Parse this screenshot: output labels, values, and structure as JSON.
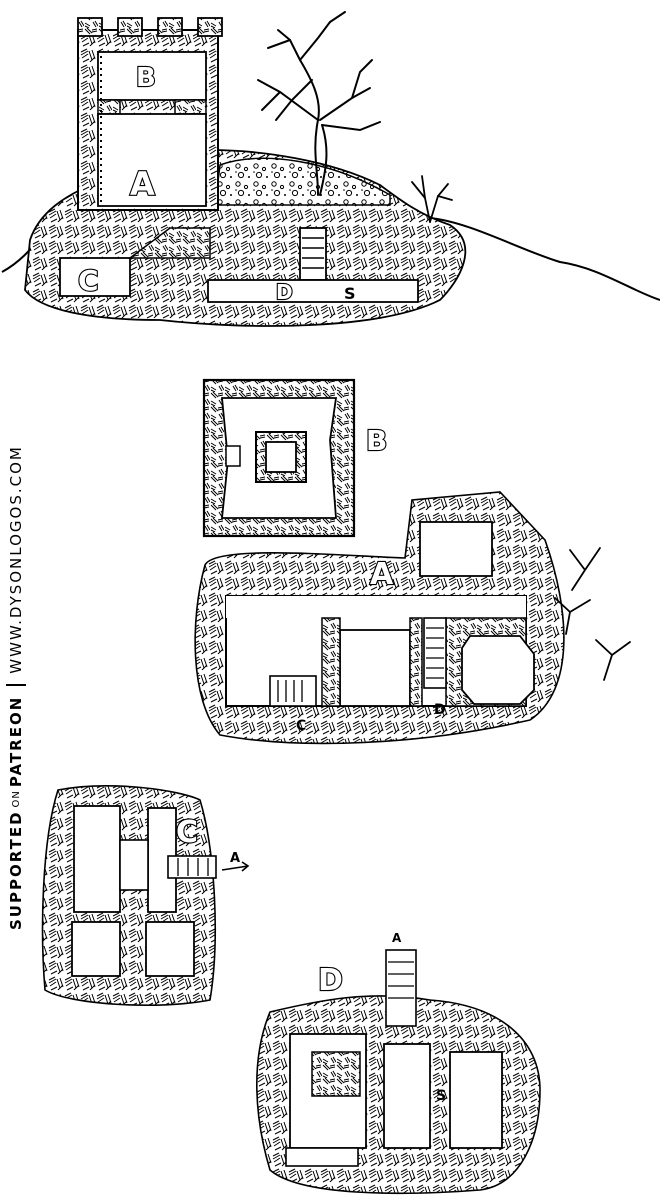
{
  "labels": {
    "side_a": "A",
    "side_b": "B",
    "side_c": "C",
    "side_d": "D",
    "level_b": "B",
    "level_a": "A",
    "level_c": "C",
    "level_d": "D"
  },
  "stair_tags": {
    "a_to_c": "C",
    "a_to_d": "D",
    "c_to_a": "A",
    "d_to_a": "A",
    "side_s": "S",
    "d_s": "S"
  },
  "sidebar": {
    "supported": "SUPPORTED",
    "on": "ON",
    "patreon": "PATREON",
    "url": "WWW.DYSONLOGOS.COM"
  },
  "icons": {
    "tree": "dead-tree-icon",
    "bush": "dead-bush-icon",
    "stairs": "stairs-icon",
    "door": "door-icon"
  },
  "colors": {
    "ink": "#000000",
    "paper": "#ffffff"
  }
}
